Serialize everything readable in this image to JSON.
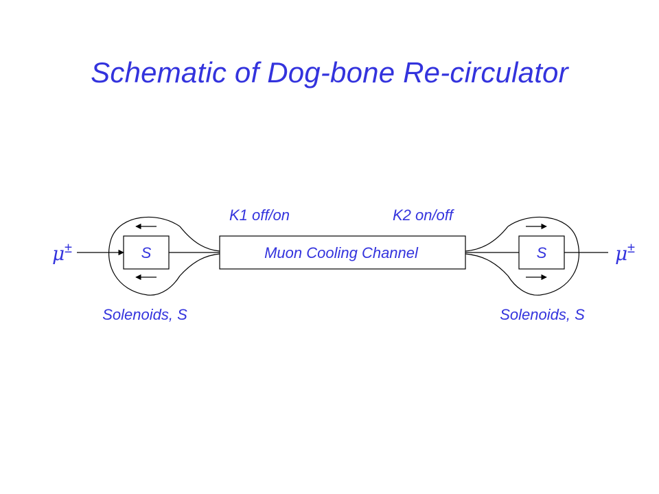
{
  "title": "Schematic of Dog-bone Re-circulator",
  "diagram": {
    "kicker_left": "K1 off/on",
    "kicker_right": "K2 on/off",
    "channel_label": "Muon Cooling Channel",
    "solenoid_left_label": "S",
    "solenoid_right_label": "S",
    "solenoids_left_caption": "Solenoids, S",
    "solenoids_right_caption": "Solenoids, S",
    "particle_left": "μ",
    "particle_left_charge": "±",
    "particle_right": "μ",
    "particle_right_charge": "±",
    "colors": {
      "text": "#3333dd",
      "lines": "#000000"
    }
  }
}
